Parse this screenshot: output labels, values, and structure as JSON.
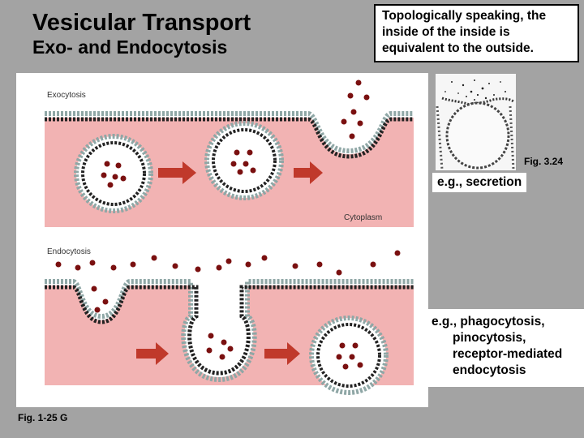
{
  "title": {
    "line1": "Vesicular Transport",
    "line2": "Exo- and Endocytosis"
  },
  "note": {
    "text": "Topologically speaking, the inside of the inside is equivalent to the outside."
  },
  "diagram": {
    "exocytosis_label": "Exocytosis",
    "cytoplasm_label": "Cytoplasm",
    "endocytosis_label": "Endocytosis",
    "caption": "Fig. 1-25 G",
    "colors": {
      "cytoplasm": "#f2b3b3",
      "cargo": "#7a1010",
      "arrow": "#c0392b",
      "head": "#8fa7a6"
    }
  },
  "micrograph": {
    "caption": "Fig. 3.24"
  },
  "examples": {
    "secretion": "e.g., secretion",
    "phago_lines": [
      "e.g., phagocytosis,",
      "pinocytosis,",
      "receptor-mediated",
      "endocytosis"
    ]
  }
}
